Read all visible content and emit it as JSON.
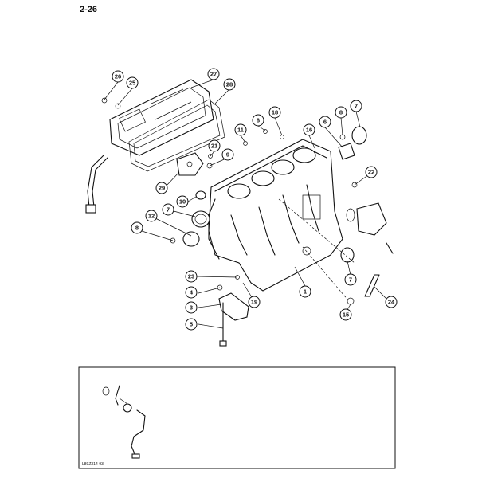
{
  "page_label": "2-26",
  "figure_code": "L89Z314-93",
  "callouts": [
    "26",
    "25",
    "27",
    "28",
    "18",
    "8",
    "7",
    "11",
    "8",
    "16",
    "6",
    "21",
    "9",
    "22",
    "29",
    "10",
    "12",
    "7",
    "8",
    "23",
    "4",
    "3",
    "5",
    "1",
    "19",
    "7",
    "24",
    "15"
  ]
}
